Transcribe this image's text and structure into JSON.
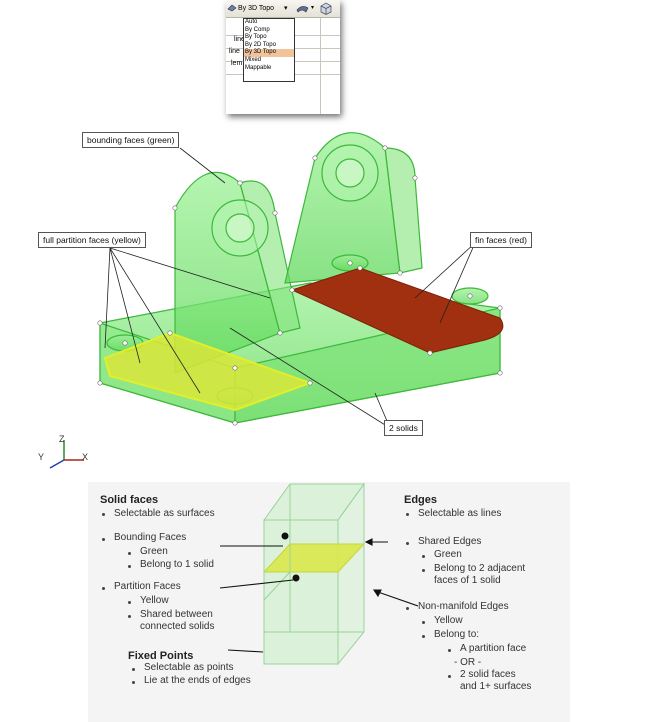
{
  "toolbar": {
    "combo_value": "By 3D Topo",
    "dropdown_arrow": "▾",
    "options": [
      "Auto",
      "By Comp",
      "By Topo",
      "By 2D Topo",
      "By 3D Topo",
      "Mixed",
      "Mappable"
    ],
    "selected_option": "By 3D Topo",
    "side_labels": [
      "line",
      "line",
      "lem"
    ],
    "icons": [
      "color-by-icon",
      "shading-icon",
      "cube-view-icon"
    ]
  },
  "model": {
    "callouts": {
      "bounding": "bounding faces (green)",
      "partition": "full partition faces (yellow)",
      "fin": "fin faces (red)",
      "solids": "2 solids"
    },
    "axes": {
      "z": "Z",
      "y": "Y",
      "x": "X"
    },
    "colors": {
      "solid": "#7ee87a",
      "edge": "#39b836",
      "partition": "#d9e63a",
      "fin": "#a03010"
    }
  },
  "info": {
    "solid_faces": {
      "title": "Solid faces",
      "item": "Selectable as surfaces",
      "bounding_title": "Bounding Faces",
      "bounding_items": [
        "Green",
        "Belong to 1 solid"
      ],
      "partition_title": "Partition Faces",
      "partition_items": [
        "Yellow",
        "Shared between",
        "connected solids"
      ]
    },
    "fixed_points": {
      "title": "Fixed Points",
      "items": [
        "Selectable as points",
        "Lie at the ends of edges"
      ]
    },
    "edges": {
      "title": "Edges",
      "item": "Selectable as lines",
      "shared_title": "Shared Edges",
      "shared_items": [
        "Green",
        "Belong to 2 adjacent",
        "faces of 1 solid"
      ],
      "nonmanifold_title": "Non-manifold Edges",
      "nonmanifold_items": [
        "Yellow",
        "Belong to:",
        "A partition face",
        "- OR -",
        "2 solid faces",
        "and 1+ surfaces"
      ]
    }
  }
}
